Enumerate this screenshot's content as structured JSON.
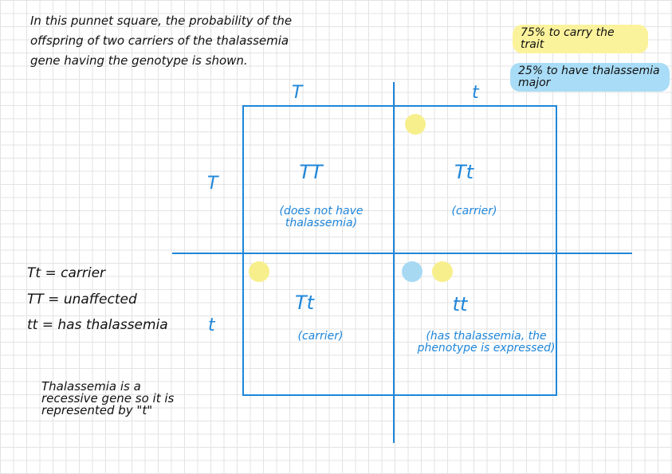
{
  "intro_text": "In this punnet square, the probability of the offspring of two carriers of the thalassemia gene having the genotype is shown.",
  "highlights": {
    "carry": "75% to carry the trait",
    "major": "25% to have thalassemia major"
  },
  "legend": {
    "carrier": "Tt = carrier",
    "unaffected": "TT = unaffected",
    "has": "tt = has thalassemia"
  },
  "note": "Thalassemia is a recessive gene so it is represented by \"t\"",
  "alleles": {
    "top_left": "T",
    "top_right": "t",
    "side_top": "T",
    "side_bottom": "t"
  },
  "cells": {
    "tl_geno": "TT",
    "tl_desc": "(does not have thalassemia)",
    "tr_geno": "Tt",
    "tr_desc": "(carrier)",
    "bl_geno": "Tt",
    "bl_desc": "(carrier)",
    "br_geno": "tt",
    "br_desc": "(has thalassemia, the phenotype is expressed)"
  },
  "colors": {
    "ink_blue": "#1f86d9",
    "highlight_yellow": "#fbf29c",
    "highlight_blue": "#a9dcf6"
  }
}
